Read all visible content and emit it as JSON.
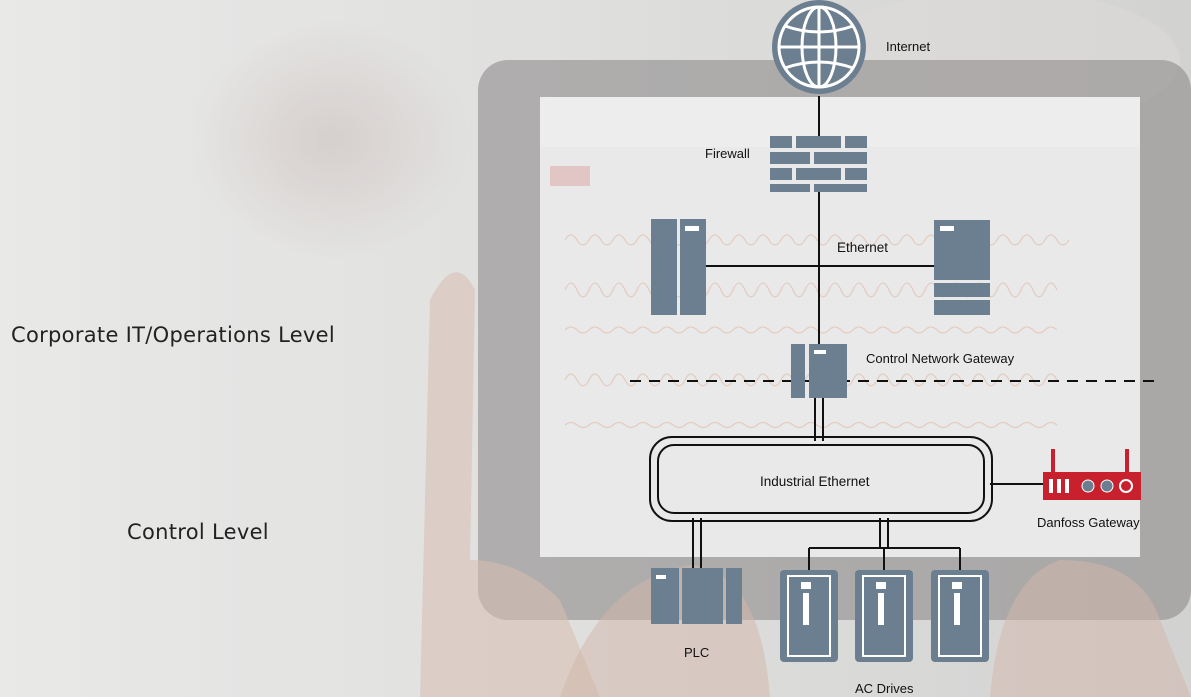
{
  "levels": {
    "corporate": "Corporate IT/Operations Level",
    "control": "Control Level"
  },
  "nodes": {
    "internet": "Internet",
    "firewall": "Firewall",
    "ethernet": "Ethernet",
    "control_network_gateway": "Control Network Gateway",
    "industrial_ethernet": "Industrial Ethernet",
    "danfoss_gateway": "Danfoss Gateway",
    "plc": "PLC",
    "ac_drives": "AC Drives"
  },
  "colors": {
    "device": "#6b7f90",
    "device_dark": "#4f6272",
    "gateway_red": "#c8202d",
    "line": "#111111"
  },
  "icons": {
    "internet": "globe-icon",
    "firewall": "brick-wall-icon",
    "servers": "server-icon",
    "gateway": "network-gateway-icon",
    "router": "router-icon",
    "plc": "plc-icon",
    "drives": "ac-drive-icon"
  }
}
